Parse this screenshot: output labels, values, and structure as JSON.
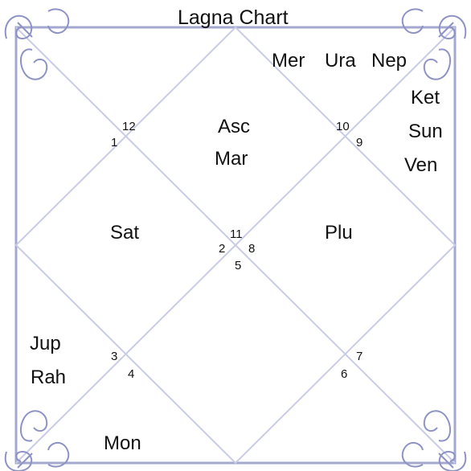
{
  "title": "Lagna Chart",
  "colors": {
    "frame": "#a4a8cf",
    "lines": "#c9cce6",
    "text": "#111111",
    "ornament": "#8e93c4"
  },
  "houses": {
    "h1": "1",
    "h2": "2",
    "h3": "3",
    "h4": "4",
    "h5": "5",
    "h6": "6",
    "h7": "7",
    "h8": "8",
    "h9": "9",
    "h10": "10",
    "h11": "11",
    "h12": "12"
  },
  "planets": {
    "mer": "Mer",
    "ura": "Ura",
    "nep": "Nep",
    "ket": "Ket",
    "sun": "Sun",
    "ven": "Ven",
    "asc": "Asc",
    "mar": "Mar",
    "sat": "Sat",
    "plu": "Plu",
    "jup": "Jup",
    "rah": "Rah",
    "mon": "Mon"
  }
}
